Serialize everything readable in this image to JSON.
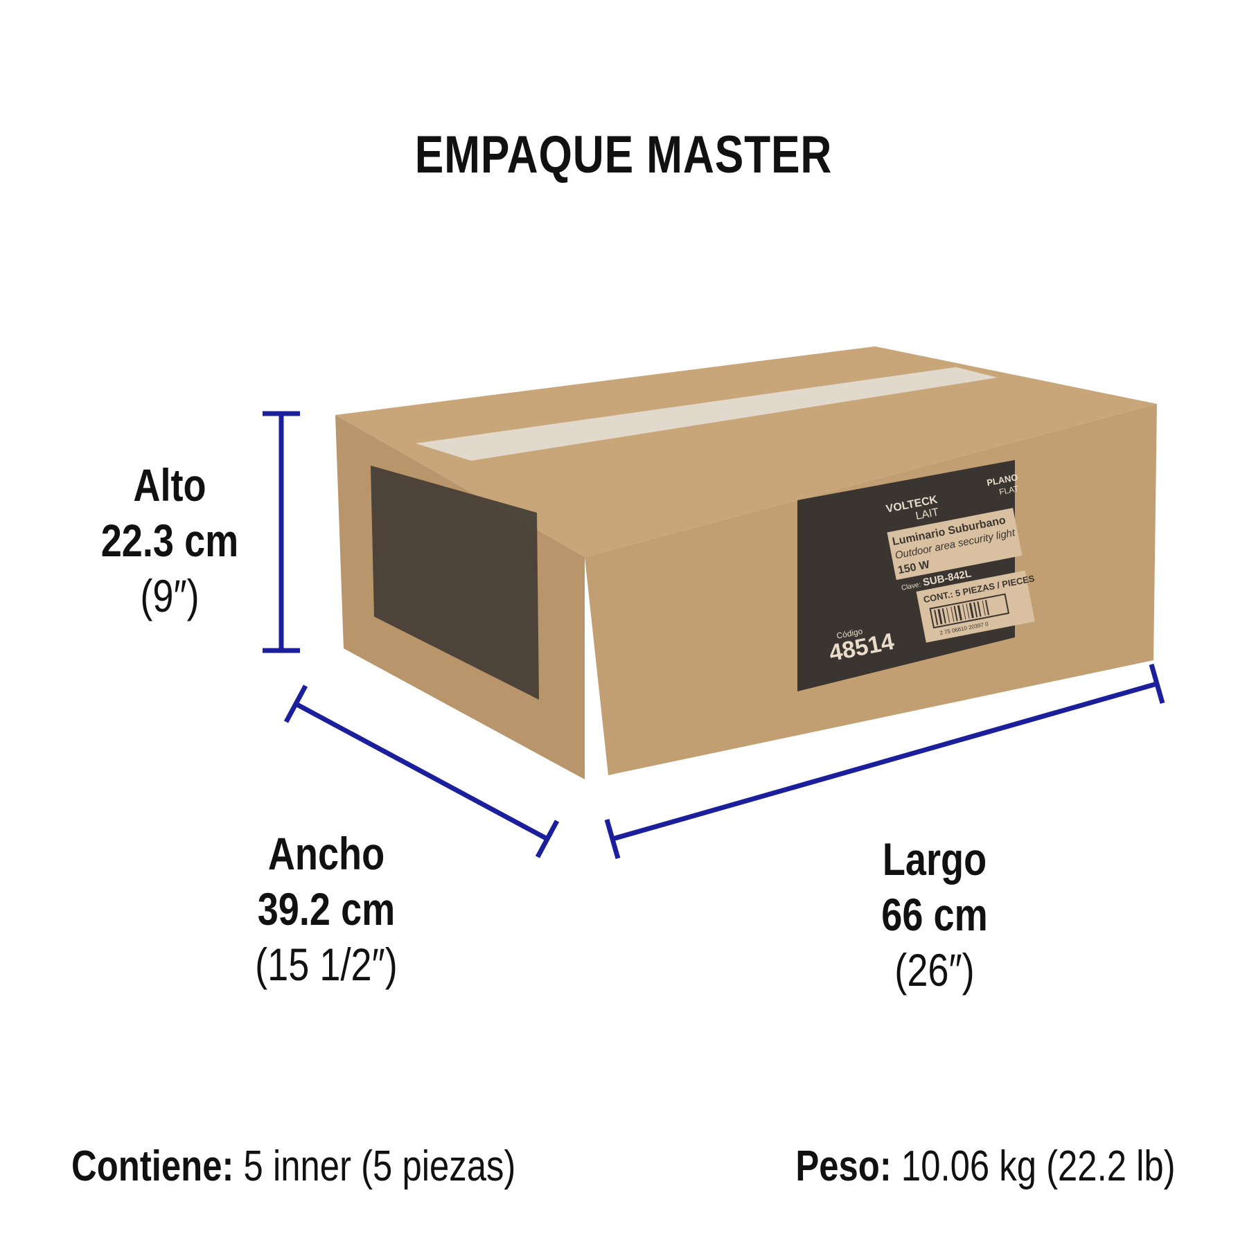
{
  "title": "EMPAQUE MASTER",
  "colors": {
    "dimension_line": "#1b1f9c",
    "cardboard_top": "#c9a67a",
    "cardboard_left": "#b8956a",
    "cardboard_right": "#c29f72",
    "label_dark": "#3a3530"
  },
  "dimensions": {
    "alto": {
      "label": "Alto",
      "metric": "22.3 cm",
      "imperial": "(9″)"
    },
    "ancho": {
      "label": "Ancho",
      "metric": "39.2 cm",
      "imperial": "(15 1/2″)"
    },
    "largo": {
      "label": "Largo",
      "metric": "66 cm",
      "imperial": "(26″)"
    }
  },
  "box_label": {
    "brand": "VOLTECK",
    "sub_brand": "LAIT",
    "type": "PLANO",
    "type_en": "FLAT",
    "product_name": "Luminario Suburbano",
    "product_name_en": "Outdoor area security light",
    "power": "150 W",
    "clave_label": "Clave:",
    "clave": "SUB-842L",
    "contents": "CONT.: 5 PIEZAS / PIECES",
    "barcode_number": "2 75 06610 20397 0",
    "codigo_label": "Código",
    "codigo": "48514"
  },
  "footer": {
    "contiene_label": "Contiene:",
    "contiene_value": "5 inner (5 piezas)",
    "peso_label": "Peso:",
    "peso_value": "10.06 kg (22.2 lb)"
  }
}
